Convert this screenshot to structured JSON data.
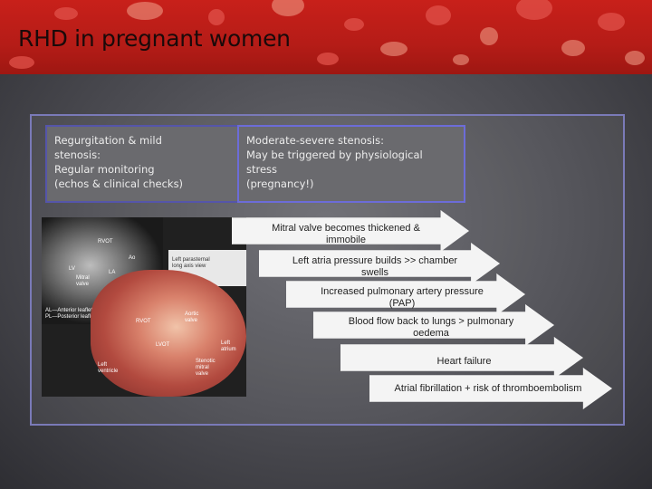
{
  "slide": {
    "title": "RHD in pregnant women"
  },
  "boxes": [
    {
      "text": "Regurgitation & mild\nstenosis:\nRegular monitoring\n(echos & clinical checks)"
    },
    {
      "text": "Moderate-severe stenosis:\nMay be triggered by physiological stress\n(pregnancy!)"
    }
  ],
  "figure": {
    "labels": {
      "rvot_top": "RVOT",
      "ao": "Ao",
      "lv": "LV",
      "mitral": "Mitral\nvalve",
      "la": "LA",
      "pl": "PL",
      "al_legend": "AL—Anterior leaflet\nPL—Posterior leaflet",
      "parasternal": "Left parasternal\nlong axis view",
      "rvot_heart": "RVOT",
      "lvot": "LVOT",
      "aortic_valve": "Aortic\nvalve",
      "left_atrium": "Left\natrium",
      "stenotic_mitral": "Stenotic\nmitral\nvalve",
      "left_ventricle": "Left\nventricle"
    }
  },
  "steps": [
    {
      "text": "Mitral valve becomes thickened &\nimmobile"
    },
    {
      "text": "Left atria pressure builds >> chamber\nswells"
    },
    {
      "text": "Increased pulmonary artery pressure\n(PAP)"
    },
    {
      "text": "Blood flow back to lungs > pulmonary\noedema"
    },
    {
      "text": "Heart failure"
    },
    {
      "text": "Atrial fibrillation + risk of thromboembolism"
    }
  ]
}
